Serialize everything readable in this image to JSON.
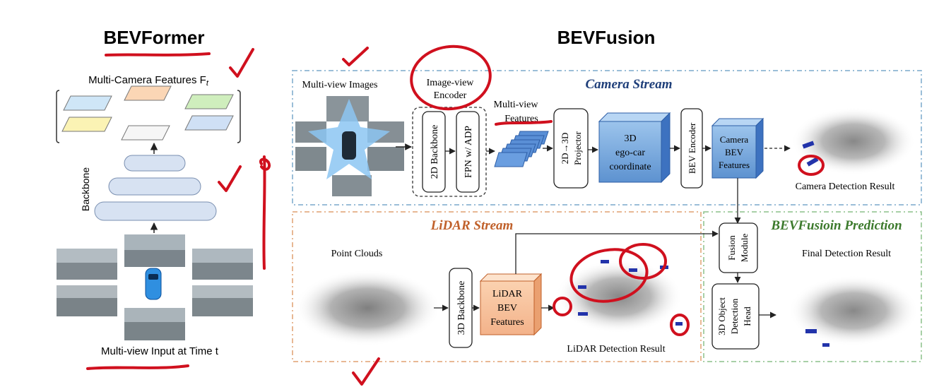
{
  "left": {
    "title": "BEVFormer",
    "features_label": "Multi-Camera Features F",
    "features_sub": "t",
    "backbone_label": "Backbone",
    "input_label": "Multi-view Input at Time t"
  },
  "right": {
    "title": "BEVFusion",
    "camera_stream": {
      "title": "Camera Stream",
      "multiview_images": "Multi-view Images",
      "encoder_line1": "Image-view",
      "encoder_line2": "Encoder",
      "backbone_2d": "2D Backbone",
      "fpn": "FPN w/ ADP",
      "features_line1": "Multi-view",
      "features_line2": "Features",
      "projector_line1": "2D→3D",
      "projector_line2": "Projector",
      "ego_line1": "3D",
      "ego_line2": "ego-car",
      "ego_line3": "coordinate",
      "bev_encoder": "BEV Encoder",
      "cam_bev_line1": "Camera",
      "cam_bev_line2": "BEV",
      "cam_bev_line3": "Features",
      "result": "Camera Detection Result"
    },
    "lidar_stream": {
      "title": "LiDAR Stream",
      "point_clouds": "Point Clouds",
      "backbone_3d": "3D Backbone",
      "lidar_bev_line1": "LiDAR",
      "lidar_bev_line2": "BEV",
      "lidar_bev_line3": "Features",
      "result": "LiDAR Detection Result"
    },
    "prediction": {
      "title": "BEVFusioin Prediction",
      "fusion_line1": "Fusion",
      "fusion_line2": "Module",
      "head_line1": "3D Object",
      "head_line2": "Detection",
      "head_line3": "Head",
      "result": "Final Detection Result"
    }
  },
  "colors": {
    "camera_border": "#7aa8cc",
    "lidar_border": "#e0a070",
    "prediction_border": "#8cc08a",
    "camera_title": "#1f3f7a",
    "lidar_title": "#c0602a",
    "prediction_title": "#3c7a2c",
    "annotation_red": "#d0101e"
  }
}
